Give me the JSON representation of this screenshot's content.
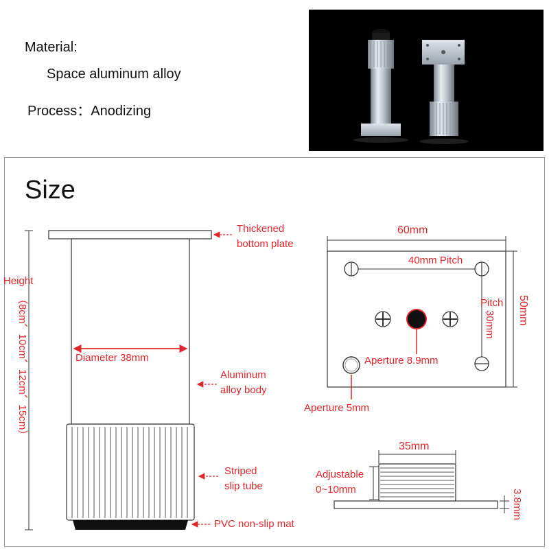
{
  "info": {
    "material_label": "Material:",
    "material_value": "Space aluminum alloy",
    "process": "Process：Anodizing"
  },
  "size_title": "Size",
  "leg": {
    "plate_line1": "Thickened",
    "plate_line2": "bottom plate",
    "height_label": "Height",
    "height_values": "（8cm、10cm、12cm、15cm）",
    "diameter": "Diameter 38mm",
    "body_line1": "Aluminum",
    "body_line2": "alloy body",
    "tube_line1": "Striped",
    "tube_line2": "slip tube",
    "mat": "PVC non-slip mat"
  },
  "plate": {
    "width": "60mm",
    "height": "50mm",
    "pitch_h": "40mm Pitch",
    "pitch_v_label": "Pitch",
    "pitch_v_value": "30mm",
    "aperture_center": "Aperture 8.9mm",
    "aperture_corner": "Aperture  5mm"
  },
  "side": {
    "width": "35mm",
    "adjustable_line1": "Adjustable",
    "adjustable_line2": "0~10mm",
    "thickness": "3.8mm"
  },
  "colors": {
    "accent_red": "#e0262b",
    "line": "#333333"
  }
}
